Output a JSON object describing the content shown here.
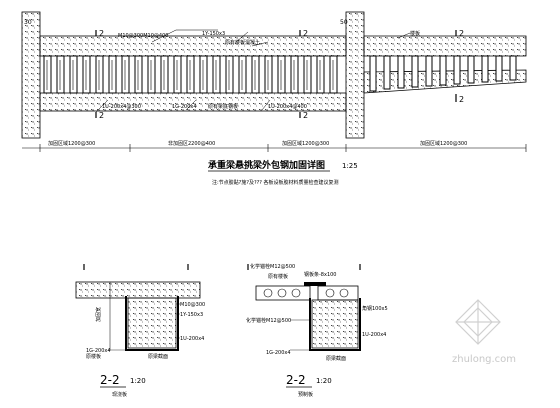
{
  "main_elevation": {
    "col_left_label": "30",
    "col_right_label": "50",
    "section_marks": [
      "2",
      "2",
      "2",
      "2",
      "2",
      "2"
    ],
    "callouts": {
      "m_top": "M10@300M10@400",
      "plate_top": "1Y-150x3",
      "plate_note": "原有楼板混凝土",
      "bottom_angle": "1U-200x4@300",
      "bottom_plate": "1G-200x4",
      "bottom_note": "原有梁底钢板",
      "bottom_right": "1U-200x4@400",
      "right_arrow": "楼板"
    },
    "dims": [
      "加固区域1200@300",
      "非加固区2200@400",
      "加固区域1200@300",
      "加固区域1200@300"
    ]
  },
  "title": {
    "text": "承重梁悬挑梁外包钢加固详图",
    "scale": "1:25",
    "note": "注:节点胶黏?施?及??? 各板设板胶材料质量检查建议复测"
  },
  "section_left": {
    "labels": {
      "rebar": "M10@300",
      "plate": "1Y-150x3",
      "angle": "1U-200x4",
      "bottom": "1G-200x4",
      "side": "原楼板",
      "mid": "原梁截面"
    },
    "dim_tag": "加固宽",
    "caption_num": "2-2",
    "caption_scale": "1:20",
    "caption_sub": "现浇板"
  },
  "section_right": {
    "labels": {
      "top1": "化学锚栓M12@500",
      "top2": "钢板条-8x100",
      "top3": "原有楼板",
      "plate": "角钢100x5",
      "bolt": "化学锚栓M12@500",
      "angle": "1U-200x4",
      "bottom": "1G-200x4",
      "mid": "原梁截面"
    },
    "caption_num": "2-2",
    "caption_scale": "1:20",
    "caption_sub": "预制板"
  },
  "watermark": "zhulong.com"
}
